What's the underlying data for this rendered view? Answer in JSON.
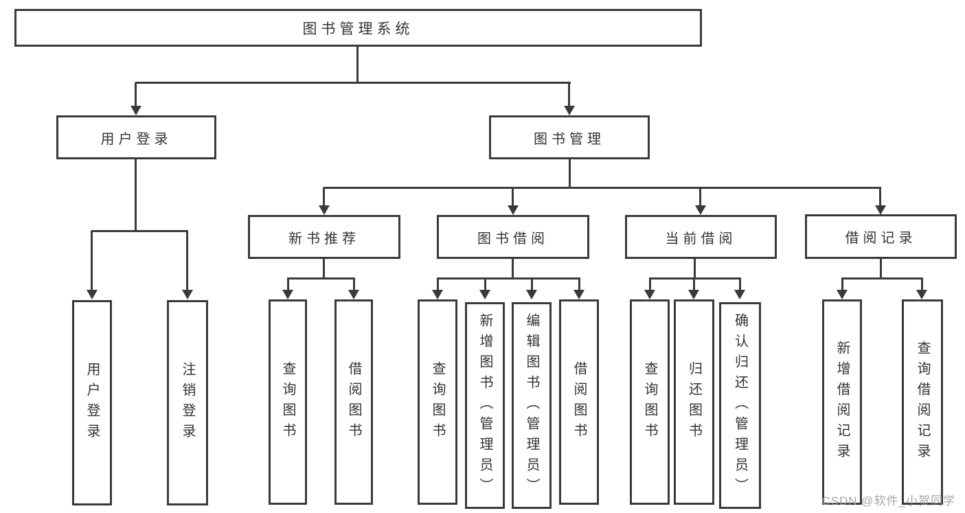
{
  "diagram": {
    "background": "#ffffff",
    "line_color": "#3a3a3a",
    "text_color": "#333333",
    "watermark": {
      "text": "CSDN @软件_小贺同学",
      "color": "#9c9c9c"
    },
    "root": {
      "label": "图书管理系统"
    },
    "branches": [
      {
        "label": "用户登录",
        "children": [
          {
            "label": "用户登录"
          },
          {
            "label": "注销登录"
          }
        ]
      },
      {
        "label": "图书管理",
        "children": [
          {
            "label": "新书推荐",
            "children": [
              {
                "label": "查询图书"
              },
              {
                "label": "借阅图书"
              }
            ]
          },
          {
            "label": "图书借阅",
            "children": [
              {
                "label": "查询图书"
              },
              {
                "label": "新增图书（管理员）"
              },
              {
                "label": "编辑图书（管理员）"
              },
              {
                "label": "借阅图书"
              }
            ]
          },
          {
            "label": "当前借阅",
            "children": [
              {
                "label": "查询图书"
              },
              {
                "label": "归还图书"
              },
              {
                "label": "确认归还（管理员）"
              }
            ]
          },
          {
            "label": "借阅记录",
            "children": [
              {
                "label": "新增借阅记录"
              },
              {
                "label": "查询借阅记录"
              }
            ]
          }
        ]
      }
    ]
  }
}
